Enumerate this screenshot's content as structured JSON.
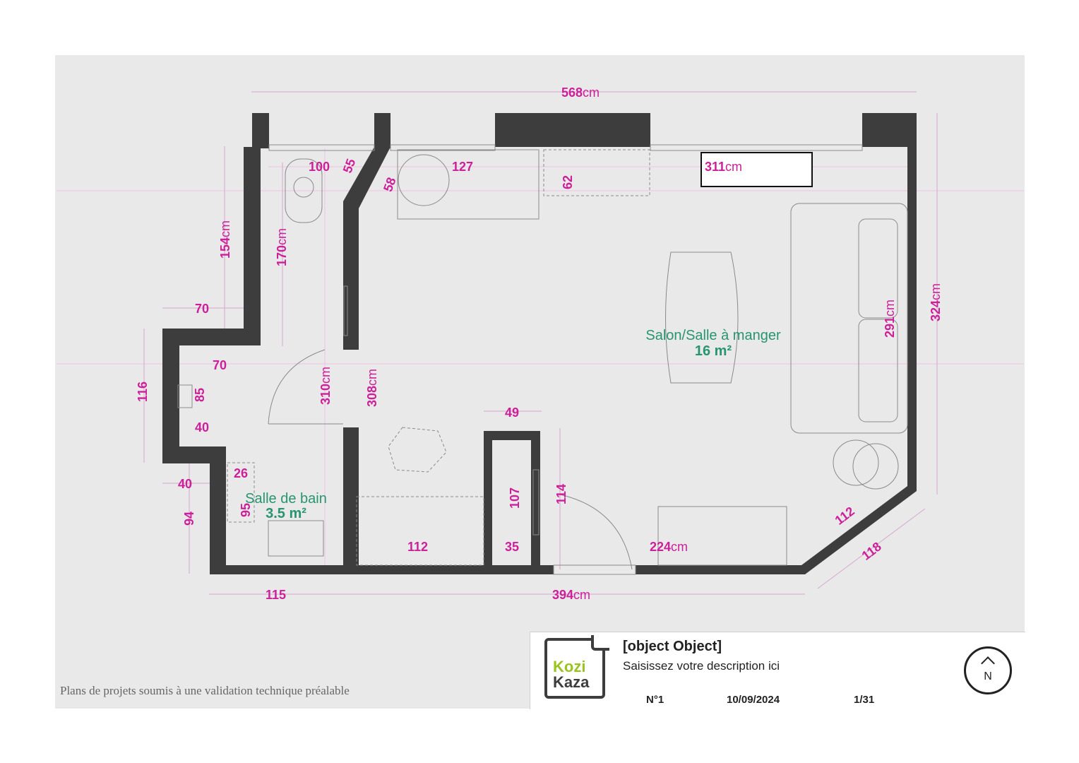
{
  "rooms": {
    "salon": {
      "name": "Salon/Salle à manger",
      "area": "16 m²"
    },
    "bathroom": {
      "name": "Salle de bain",
      "area": "3.5 m²"
    }
  },
  "dimensions": {
    "top_total": {
      "value": "568",
      "unit": "cm"
    },
    "window_shelf": {
      "value": "311",
      "unit": "cm"
    },
    "wc_width": "100",
    "wc_diag": "55",
    "corridor_diag": "58",
    "desk_width": "127",
    "cabinet_depth": "62",
    "left_upper": {
      "value": "154",
      "unit": "cm"
    },
    "wc_length": {
      "value": "170",
      "unit": "cm"
    },
    "left_step_top": "70",
    "inner_step": "70",
    "niche_height": "116",
    "niche_depth": "85",
    "niche_width": "40",
    "left_step_bottom": "40",
    "left_bottom": "94",
    "corridor_length": {
      "value": "310",
      "unit": "cm"
    },
    "salon_left": {
      "value": "308",
      "unit": "cm"
    },
    "closet_width": "49",
    "closet_height": "107",
    "door_height": "114",
    "sofa_length": {
      "value": "291",
      "unit": "cm"
    },
    "right_total": {
      "value": "324",
      "unit": "cm"
    },
    "shower_width": "26",
    "shower_depth": "95",
    "kitchen_length": "112",
    "closet_depth": "35",
    "tv_unit": {
      "value": "224",
      "unit": "cm"
    },
    "corner_diag": "112",
    "corner_outer": "118",
    "bottom_left": "115",
    "bottom_total": {
      "value": "394",
      "unit": "cm"
    }
  },
  "disclaimer": "Plans de projets soumis à une validation technique préalable",
  "title_block": {
    "logo_line1": "Kozi",
    "logo_line2": "Kaza",
    "project_title": "[object Object]",
    "description": "Saisissez votre description ici",
    "plan_number": "N°1",
    "date": "10/09/2024",
    "page": "1/31",
    "compass_label": "N"
  },
  "colors": {
    "dimension": "#cc1f9a",
    "room_label": "#27956f",
    "wall": "#3d3d3d",
    "logo_green": "#9bc31e"
  }
}
